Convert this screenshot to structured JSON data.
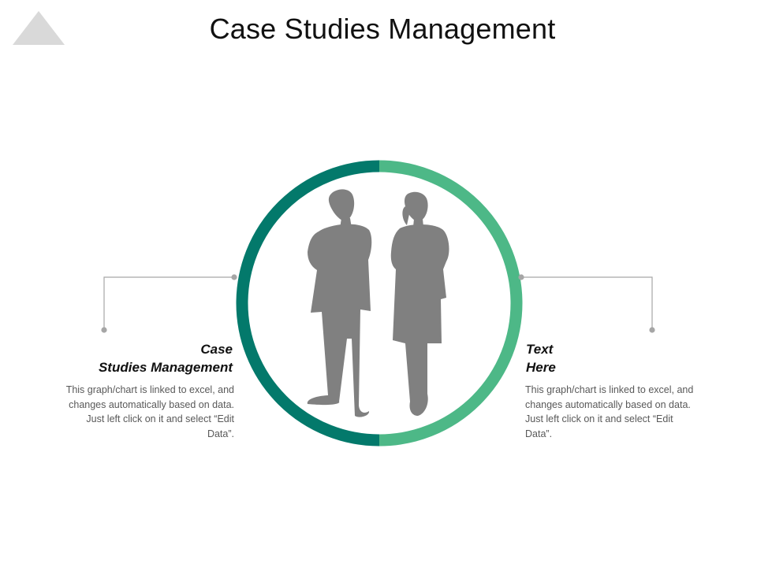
{
  "slide": {
    "title": "Case Studies Management",
    "colors": {
      "ring_left": "#03796b",
      "ring_right": "#4db887",
      "silhouette": "#808080",
      "connector": "#a6a6a6",
      "corner": "#d9d9d9"
    },
    "left_block": {
      "heading_line1": "Case",
      "heading_line2": "Studies Management",
      "description": "This graph/chart is linked to excel, and changes automatically based on data. Just left click on it and select “Edit Data”."
    },
    "right_block": {
      "heading_line1": "Text",
      "heading_line2": "Here",
      "description": "This graph/chart is linked to excel, and changes automatically based on data. Just left click on it and select “Edit Data”."
    },
    "icons": [
      "businessman-silhouette-icon",
      "businesswoman-silhouette-icon"
    ]
  }
}
